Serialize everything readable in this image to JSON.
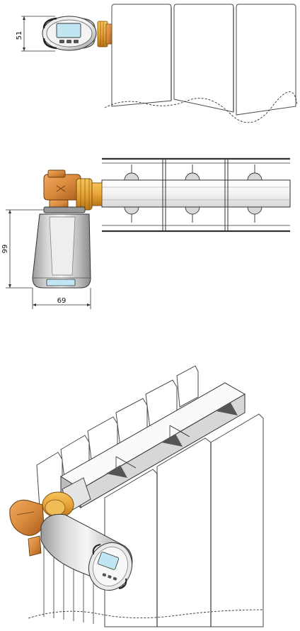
{
  "dimensions": {
    "front_height": "51",
    "side_height": "99",
    "side_width": "69"
  },
  "colors": {
    "brass": "#e8a436",
    "brass_dark": "#b87418",
    "copper": "#d98a3c",
    "copper_dark": "#a85c1e",
    "body_light": "#f2f2f2",
    "body_mid": "#c8c8c8",
    "body_dark": "#8e8e8e",
    "lcd": "#bfe6f2",
    "outline": "#333333"
  }
}
